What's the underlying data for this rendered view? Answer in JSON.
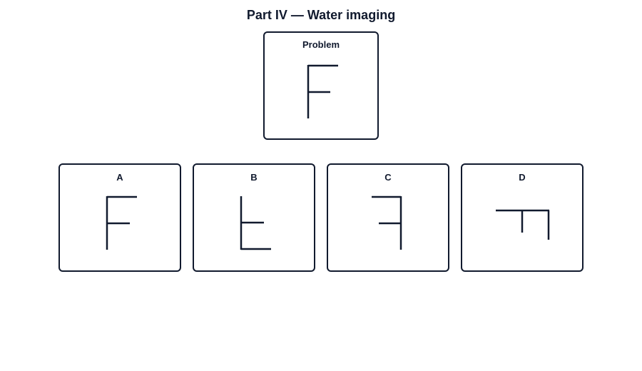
{
  "title": "Part IV — Water imaging",
  "problem": {
    "label": "Problem",
    "figure": "F"
  },
  "options": [
    {
      "label": "A",
      "figure": "F"
    },
    {
      "label": "B",
      "figure": "F reflected vertically (water image)"
    },
    {
      "label": "C",
      "figure": "F reflected horizontally (mirror image)"
    },
    {
      "label": "D",
      "figure": "F rotated 90 degrees"
    }
  ],
  "colors": {
    "ink": "#111a2e",
    "background": "#ffffff"
  }
}
